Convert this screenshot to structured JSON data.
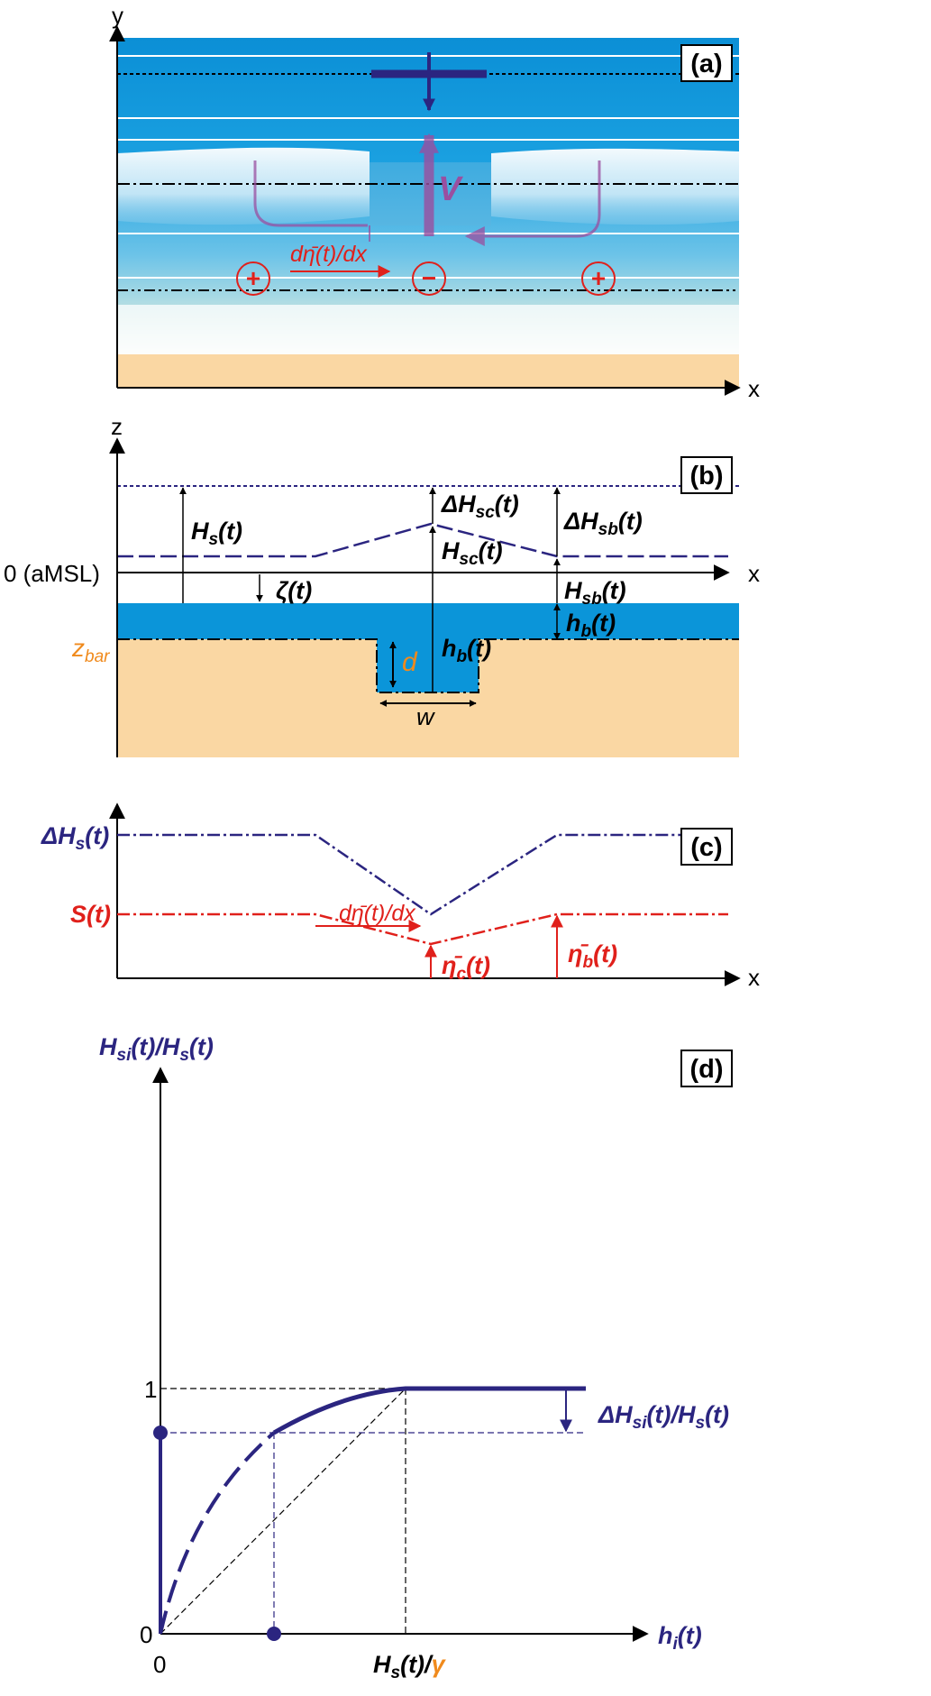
{
  "panel_a": {
    "panel_label": "(a)",
    "axis_x": "x",
    "axis_y": "y",
    "flow_label": "V",
    "gradient_label": "dη̄(t)/dx",
    "signs": [
      "+",
      "−",
      "+"
    ]
  },
  "panel_b": {
    "panel_label": "(b)",
    "axis_x": "x",
    "axis_z": "z",
    "datum_label": "0 (aMSL)",
    "zbar_main": "z",
    "zbar_sub": "bar",
    "hs_main": "H",
    "hs_sub": "s",
    "hs_tail": "(t)",
    "dhsc_main": "ΔH",
    "dhsc_sub": "sc",
    "dhsc_tail": "(t)",
    "dhsb_main": "ΔH",
    "dhsb_sub": "sb",
    "dhsb_tail": "(t)",
    "hsc_main": "H",
    "hsc_sub": "sc",
    "hsc_tail": "(t)",
    "hsb_main": "H",
    "hsb_sub": "sb",
    "hsb_tail": "(t)",
    "zeta": "ζ(t)",
    "hb_main": "h",
    "hb_sub": "b",
    "hb_tail": "(t)",
    "d_label": "d",
    "w_label": "w"
  },
  "panel_c": {
    "panel_label": "(c)",
    "axis_x": "x",
    "dhs_main": "ΔH",
    "dhs_sub": "s",
    "dhs_tail": "(t)",
    "s_label": "S(t)",
    "gradient_label": "dη̄(t)/dx",
    "etac_main": "η̄",
    "etac_sub": "c",
    "etac_tail": "(t)",
    "etab_main": "η̄",
    "etab_sub": "b",
    "etab_tail": "(t)"
  },
  "panel_d": {
    "panel_label": "(d)",
    "y_axis_main1": "H",
    "y_axis_sub1": "si",
    "y_axis_mid": "(t)/H",
    "y_axis_sub2": "s",
    "y_axis_tail": "(t)",
    "x_axis_main": "h",
    "x_axis_sub": "i",
    "x_axis_tail": "(t)",
    "tick_one": "1",
    "tick_zero_y": "0",
    "tick_zero_x": "0",
    "ratio_main1": "ΔH",
    "ratio_sub1": "si",
    "ratio_mid": "(t)/H",
    "ratio_sub2": "s",
    "ratio_tail": "(t)",
    "xtick_main": "H",
    "xtick_sub": "s",
    "xtick_mid": "(t)/",
    "xtick_gamma": "γ"
  },
  "colors": {
    "navy": "#2b2580",
    "red": "#e0201b",
    "sea": "#0b95d9",
    "sand": "#fad7a3",
    "orange": "#f08a1c",
    "purple": "#9a4fa0"
  }
}
